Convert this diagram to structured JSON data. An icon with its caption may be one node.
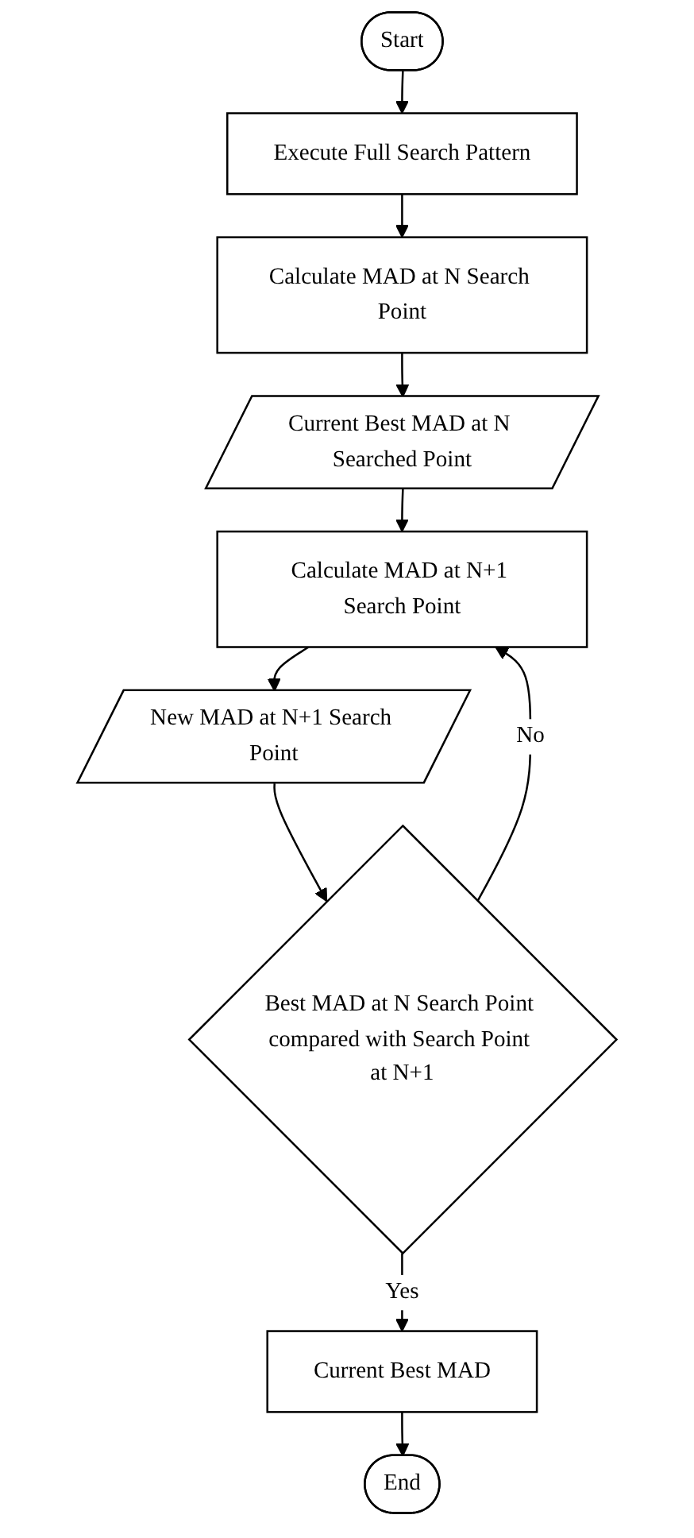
{
  "diagram": {
    "nodes": [
      {
        "text": [
          "Start"
        ]
      },
      {
        "text": [
          "Execute Full Search Pattern"
        ]
      },
      {
        "text": [
          "Calculate MAD at N Search Point"
        ]
      },
      {
        "text": [
          "Current Best MAD at N Searched Point"
        ]
      },
      {
        "text": [
          "Calculate MAD at N+1 Search Point"
        ]
      },
      {
        "text": [
          "New MAD at N+1 Search Point"
        ]
      },
      {
        "text": [
          "Best MAD at N Search Point compared with Search Point at N+1"
        ]
      },
      {
        "text": [
          "Current Best MAD"
        ]
      },
      {
        "text": [
          "End"
        ]
      }
    ],
    "edges": [
      {
        "from": 0,
        "to": 1,
        "arrow": "to"
      },
      {
        "from": 1,
        "to": 2,
        "arrow": "to"
      },
      {
        "from": 2,
        "to": 3,
        "arrow": "to"
      },
      {
        "from": 3,
        "to": 4,
        "arrow": "to"
      },
      {
        "from": 4,
        "to": 5,
        "arrow": "to"
      },
      {
        "from": 5,
        "to": 6,
        "arrow": "to"
      },
      {
        "from": 6,
        "to": 4,
        "arrow": "to",
        "label": "No"
      },
      {
        "from": 6,
        "to": 7,
        "arrow": "to",
        "label": "Yes"
      },
      {
        "from": 7,
        "to": 8,
        "arrow": "to"
      }
    ]
  }
}
